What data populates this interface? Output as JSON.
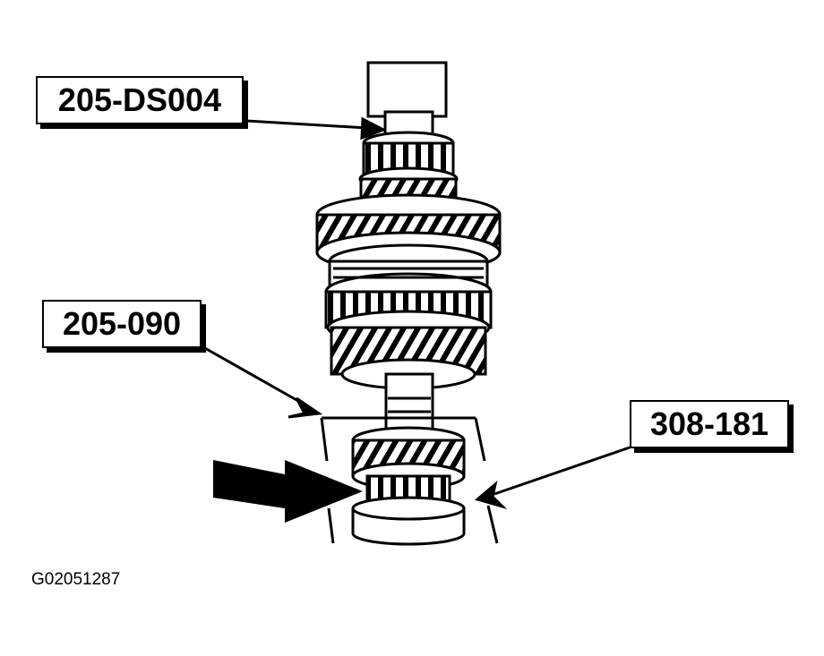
{
  "callouts": {
    "tool_top": "205-DS004",
    "tool_middle": "205-090",
    "tool_right": "308-181"
  },
  "figure_id": "G02051287",
  "colors": {
    "line": "#000000",
    "fill": "#ffffff"
  }
}
